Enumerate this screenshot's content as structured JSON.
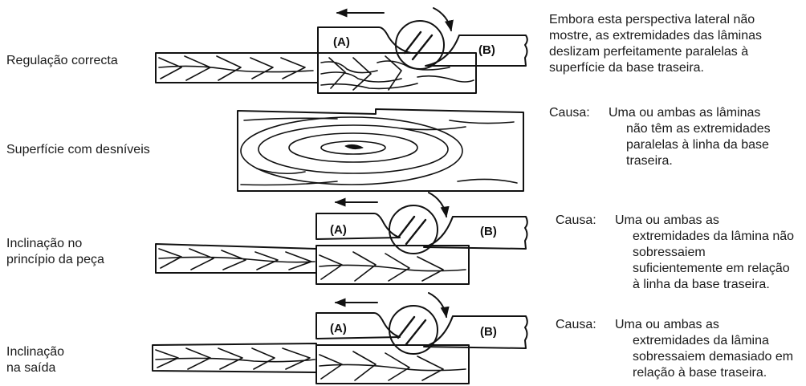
{
  "rows": [
    {
      "label": [
        "Regulação correcta"
      ]
    },
    {
      "label": [
        "Superfície com desníveis"
      ]
    },
    {
      "label": [
        "Inclinação no",
        "princípio da peça"
      ]
    },
    {
      "label": [
        "Inclinação",
        "na saída"
      ]
    }
  ],
  "top_description": [
    "Embora esta perspectiva lateral não",
    "mostre, as extremidades das lâminas",
    "deslizam perfeitamente paralelas à",
    "superfície da base traseira."
  ],
  "cause_keyword": "Causa:",
  "causes": [
    [
      "Uma ou ambas as lâminas",
      "não têm as extremidades",
      "paralelas à linha da base",
      "traseira."
    ],
    [
      "Uma ou ambas as",
      "extremidades da lâmina não",
      "sobressaiem",
      "suficientemente em relação",
      "à linha da base traseira."
    ],
    [
      "Uma ou ambas as",
      "extremidades da lâmina",
      "sobressaiem demasiado em",
      "relação à base traseira."
    ]
  ],
  "tables": {
    "front": "(A)",
    "rear": "(B)"
  }
}
